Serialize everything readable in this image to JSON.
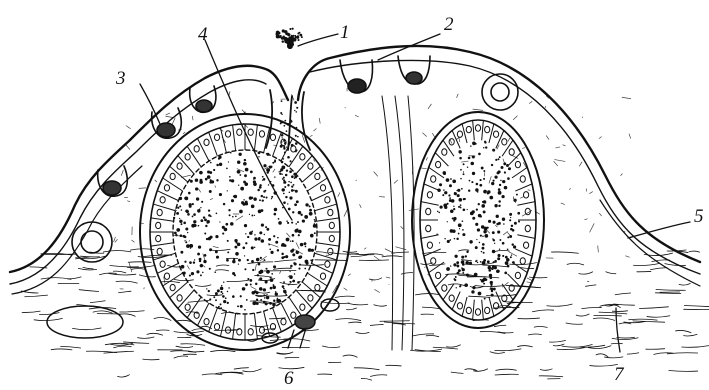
{
  "figure": {
    "labels": [
      {
        "id": "1",
        "text": "1"
      },
      {
        "id": "2",
        "text": "2"
      },
      {
        "id": "3",
        "text": "3"
      },
      {
        "id": "4",
        "text": "4"
      },
      {
        "id": "5",
        "text": "5"
      },
      {
        "id": "6",
        "text": "6"
      },
      {
        "id": "7",
        "text": "7"
      }
    ],
    "colors": {
      "ink": "#111111",
      "paper": "#ffffff"
    }
  }
}
